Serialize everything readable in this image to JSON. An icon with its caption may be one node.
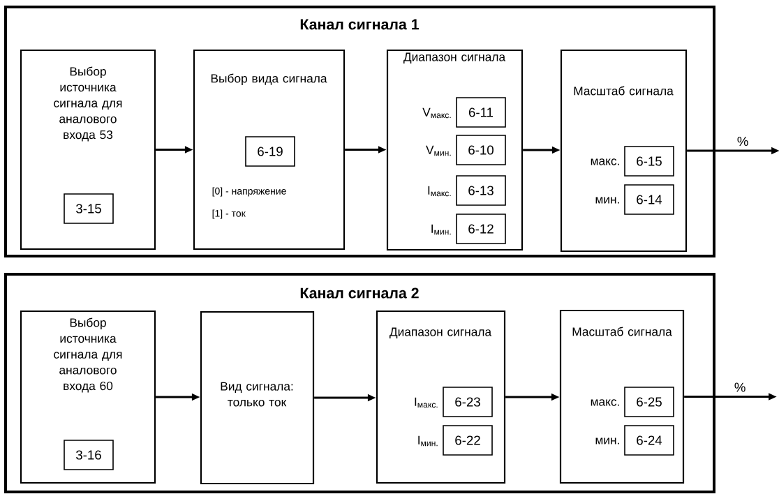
{
  "diagram": {
    "nodes": [
      {
        "text": [
          "Канал сигнала 1"
        ]
      },
      {
        "text": [
          "Выбор источника сигнала для аналового входа 53"
        ],
        "in": 0
      },
      {
        "text": [
          "3-15"
        ],
        "in": 1
      },
      {
        "text": [
          "Выбор вида сигнала",
          "[0] -  напряжение",
          "[1] -  ток"
        ],
        "in": 0
      },
      {
        "text": [
          "6-19"
        ],
        "in": 3
      },
      {
        "text": [
          "Диапазон сигнала"
        ],
        "in": 0
      },
      {
        "text": [
          "6-11"
        ],
        "beside": [
          "V$_{макс.}$"
        ],
        "in": 5
      },
      {
        "text": [
          "6-10"
        ],
        "beside": [
          "V$_{мин.}$"
        ],
        "in": 5
      },
      {
        "text": [
          "6-13"
        ],
        "beside": [
          "I$_{макс.}$"
        ],
        "in": 5
      },
      {
        "text": [
          "6-12"
        ],
        "beside": [
          "I$_{мин.}$"
        ],
        "in": 5
      },
      {
        "text": [
          "Масштаб сигнала"
        ],
        "in": 0
      },
      {
        "text": [
          "6-15"
        ],
        "beside": [
          "макс."
        ],
        "in": 10
      },
      {
        "text": [
          "6-14"
        ],
        "beside": [
          "мин."
        ],
        "in": 10
      },
      {
        "text": [
          "Канал сигнала 2"
        ]
      },
      {
        "text": [
          "Выбор источника сигнала для аналового входа 60"
        ],
        "in": 13
      },
      {
        "text": [
          "3-16"
        ],
        "in": 14
      },
      {
        "text": [
          "Вид сигнала: только ток"
        ],
        "in": 13
      },
      {
        "text": [
          "Диапазон сигнала"
        ],
        "in": 13
      },
      {
        "text": [
          "6-23"
        ],
        "beside": [
          "I$_{макс.}$"
        ],
        "in": 17
      },
      {
        "text": [
          "6-22"
        ],
        "beside": [
          "I$_{мин.}$"
        ],
        "in": 17
      },
      {
        "text": [
          "Масштаб сигнала"
        ],
        "in": 13
      },
      {
        "text": [
          "6-25"
        ],
        "beside": [
          "макс."
        ],
        "in": 20
      },
      {
        "text": [
          "6-24"
        ],
        "beside": [
          "мин."
        ],
        "in": 20
      }
    ],
    "edges": [
      {
        "from": 1,
        "to": 3,
        "arrow": "to"
      },
      {
        "from": 3,
        "to": 5,
        "arrow": "to"
      },
      {
        "from": 5,
        "to": 10,
        "arrow": "to"
      },
      {
        "from": 10,
        "to": null,
        "arrow": "to",
        "label": "%"
      },
      {
        "from": 14,
        "to": 16,
        "arrow": "to"
      },
      {
        "from": 16,
        "to": 17,
        "arrow": "to"
      },
      {
        "from": 17,
        "to": 20,
        "arrow": "to"
      },
      {
        "from": 20,
        "to": null,
        "arrow": "to",
        "label": "%"
      }
    ]
  }
}
